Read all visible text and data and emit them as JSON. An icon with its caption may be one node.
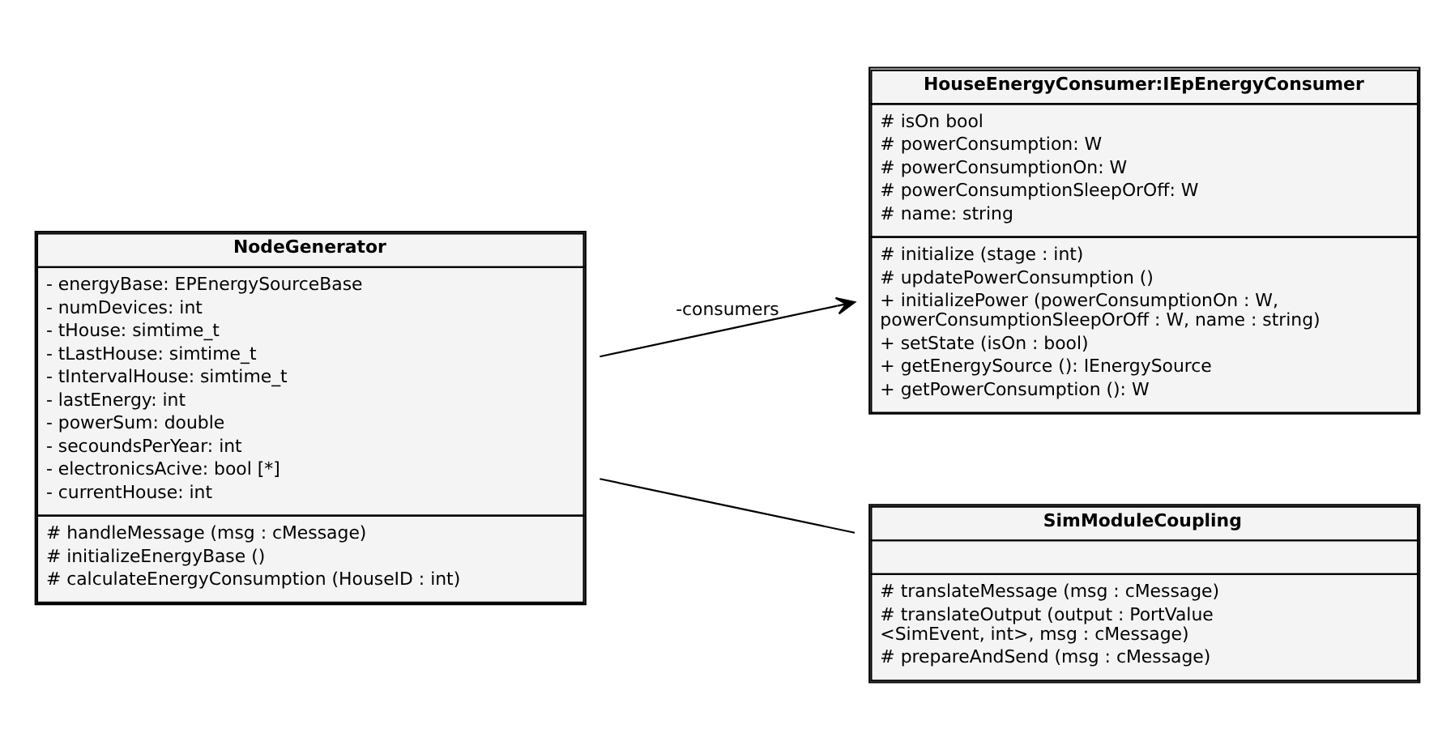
{
  "diagram": {
    "nodes": [
      {
        "text": [
          "NodeGenerator",
          "- energyBase: EPEnergySourceBase",
          "- numDevices: int",
          "- tHouse: simtime_t",
          "- tLastHouse: simtime_t",
          "- tIntervalHouse: simtime_t",
          "- lastEnergy: int",
          "- powerSum: double",
          "- secoundsPerYear: int",
          "- electronicsAcive: bool [*]",
          "- currentHouse: int",
          "# handleMessage (msg : cMessage)",
          "# initializeEnergyBase ()",
          "# calculateEnergyConsumption (HouseID : int)"
        ]
      },
      {
        "text": [
          "HouseEnergyConsumer:IEpEnergyConsumer",
          "# isOn bool",
          "# powerConsumption: W",
          "# powerConsumptionOn: W",
          "# powerConsumptionSleepOrOff: W",
          "# name: string",
          "# initialize (stage : int)",
          "# updatePowerConsumption ()",
          "+ initializePower (powerConsumptionOn : W, powerConsumptionSleepOrOff : W, name : string)",
          "+ setState (isOn : bool)",
          "+ getEnergySource (): IEnergySource",
          "+ getPowerConsumption (): W"
        ]
      },
      {
        "text": [
          "SimModuleCoupling",
          "# translateMessage (msg : cMessage)",
          "# translateOutput (output : PortValue <SimEvent, int>, msg : cMessage)",
          "# prepareAndSend (msg : cMessage)"
        ]
      }
    ],
    "edges": [
      {
        "from": 0,
        "to": 1,
        "arrow": "to",
        "label": "-consumers"
      },
      {
        "from": 0,
        "to": 2,
        "arrow": "none"
      }
    ]
  }
}
